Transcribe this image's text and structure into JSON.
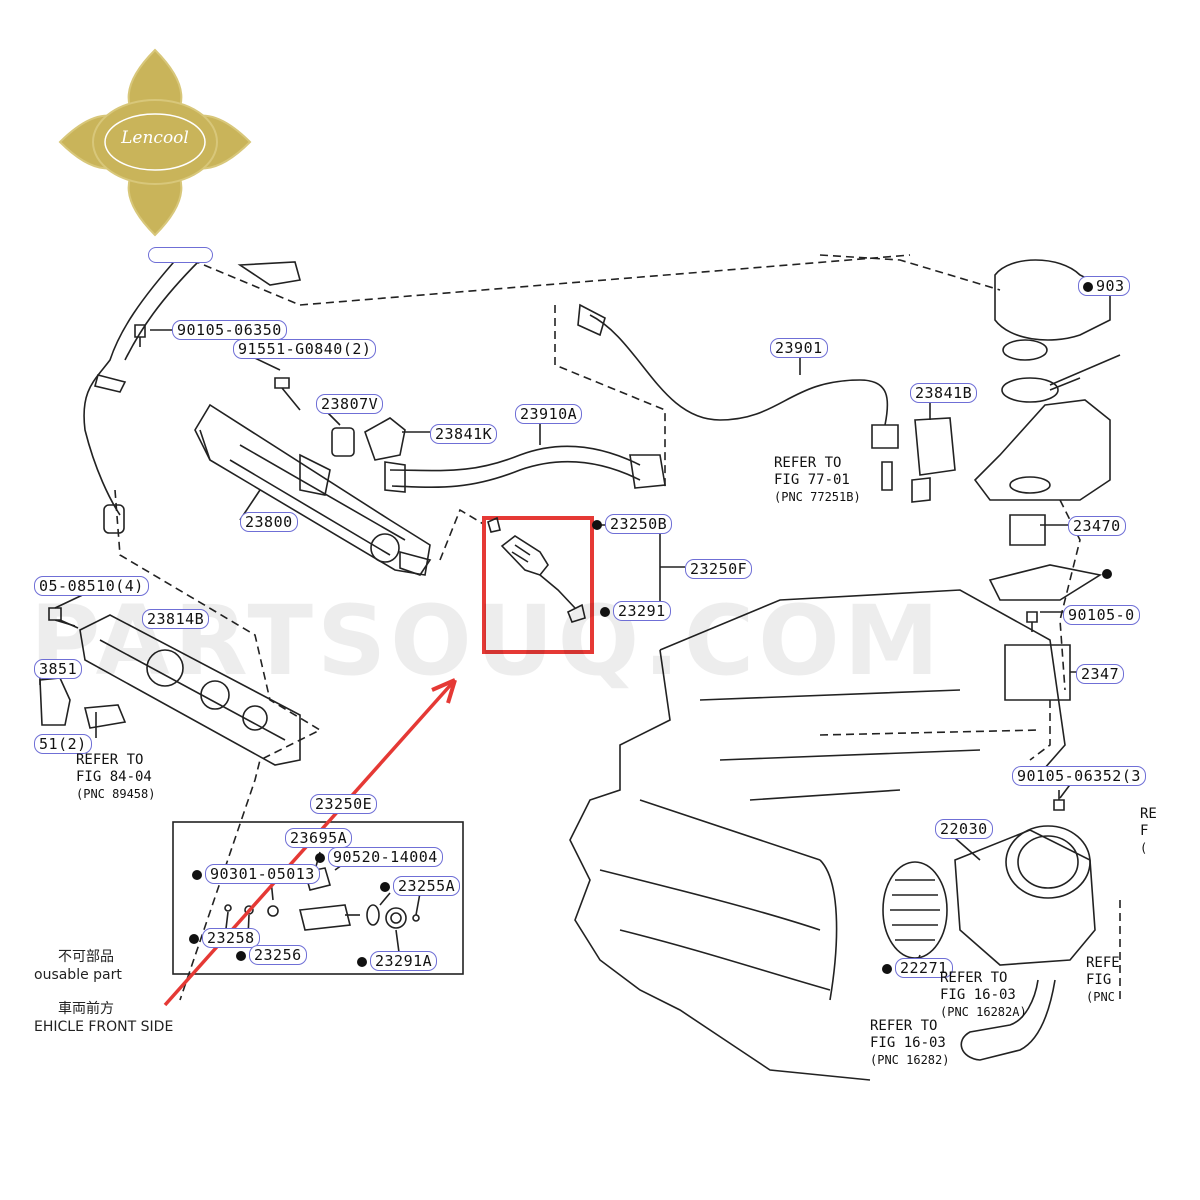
{
  "brand": {
    "logo_text": "Lencool",
    "logo_color": "#c9b45a"
  },
  "watermark": "PARTSOUQ.COM",
  "highlight_color": "#e53935",
  "part_labels": {
    "p_top_left_cut": "",
    "p_90105_06350": "90105-06350",
    "p_91551": "91551-G0840(2)",
    "p_23807V": "23807V",
    "p_23841K": "23841K",
    "p_23910A": "23910A",
    "p_23901": "23901",
    "p_23841B": "23841B",
    "p_903": "903",
    "p_23800": "23800",
    "p_23250B": "23250B",
    "p_23250F": "23250F",
    "p_23291": "23291",
    "p_23470": "23470",
    "p_90105_0": "90105-0",
    "p_2347": "2347",
    "p_05_08510": "05-08510(4)",
    "p_23814B": "23814B",
    "p_3851": "3851",
    "p_51_2": "51(2)",
    "p_23250E": "23250E",
    "p_23695A": "23695A",
    "p_90520": "90520-14004",
    "p_90301": "90301-05013",
    "p_23255A": "23255A",
    "p_23258": "23258",
    "p_23256": "23256",
    "p_23291A": "23291A",
    "p_90105_06352": "90105-06352(3",
    "p_22030": "22030",
    "p_22271": "22271"
  },
  "refer_notes": {
    "r_77": {
      "line1": "REFER TO",
      "line2": "FIG 77-01",
      "line3": "(PNC 77251B)"
    },
    "r_84": {
      "line1": "REFER TO",
      "line2": "FIG 84-04",
      "line3": "(PNC 89458)"
    },
    "r_16a": {
      "line1": "REFER TO",
      "line2": "FIG 16-03",
      "line3": "(PNC 16282A)"
    },
    "r_16": {
      "line1": "REFER TO",
      "line2": "FIG 16-03",
      "line3": "(PNC 16282)"
    },
    "r_edge1": {
      "line1": "RE",
      "line2": "F",
      "line3": "("
    },
    "r_edge2": {
      "line1": "REFE",
      "line2": "FIG",
      "line3": "(PNC"
    }
  },
  "legend": {
    "cn_non_reusable": "不可部品",
    "en_non_reusable": "ousable part",
    "cn_front": "車両前方",
    "en_front": "EHICLE FRONT SIDE"
  }
}
